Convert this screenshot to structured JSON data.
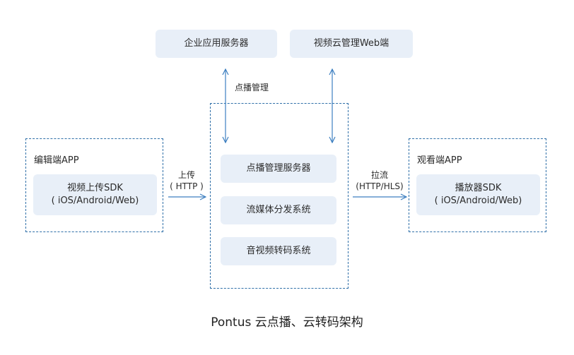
{
  "top_nodes": {
    "enterprise_server": "企业应用服务器",
    "cloud_web_console": "视频云管理Web端"
  },
  "left_group": {
    "title": "编辑端APP",
    "sdk_line1": "视频上传SDK",
    "sdk_line2": "( iOS/Android/Web)"
  },
  "center_group": {
    "vod_server": "点播管理服务器",
    "distribution": "流媒体分发系统",
    "transcoding": "音视频转码系统"
  },
  "right_group": {
    "title": "观看端APP",
    "sdk_line1": "播放器SDK",
    "sdk_line2": "( iOS/Android/Web)"
  },
  "edges": {
    "vod_management": "点播管理",
    "upload_line1": "上传",
    "upload_line2": "( HTTP )",
    "pull_line1": "拉流",
    "pull_line2": "(HTTP/HLS)"
  },
  "caption": "Pontus 云点播、云转码架构",
  "colors": {
    "node_fill": "#e8eff8",
    "dashed_border": "#2f6fa8",
    "arrow": "#3d7fc0"
  }
}
